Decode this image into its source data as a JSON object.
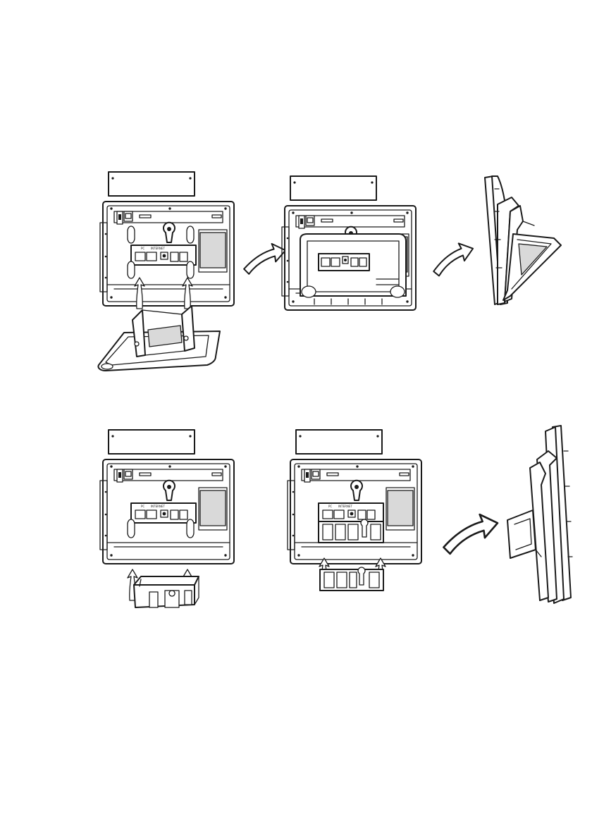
{
  "figure": {
    "steps": [
      {
        "id": "step-1",
        "method": "stand",
        "stage": "attach-stand"
      },
      {
        "id": "step-2",
        "method": "stand",
        "stage": "stand-attached"
      },
      {
        "id": "step-3",
        "method": "stand",
        "stage": "side-view"
      },
      {
        "id": "step-4",
        "method": "wall-bracket",
        "stage": "attach-bracket"
      },
      {
        "id": "step-5",
        "method": "wall-bracket",
        "stage": "bracket-attached"
      },
      {
        "id": "step-6",
        "method": "wall-bracket",
        "stage": "side-view"
      }
    ],
    "colors": {
      "line": "#1a1a1a",
      "paper": "#ffffff",
      "panel": "#d9d9d9"
    },
    "icons": [
      "curved-arrow-icon",
      "insertion-arrow-icon",
      "keyhole-icon",
      "screw-icon"
    ]
  }
}
